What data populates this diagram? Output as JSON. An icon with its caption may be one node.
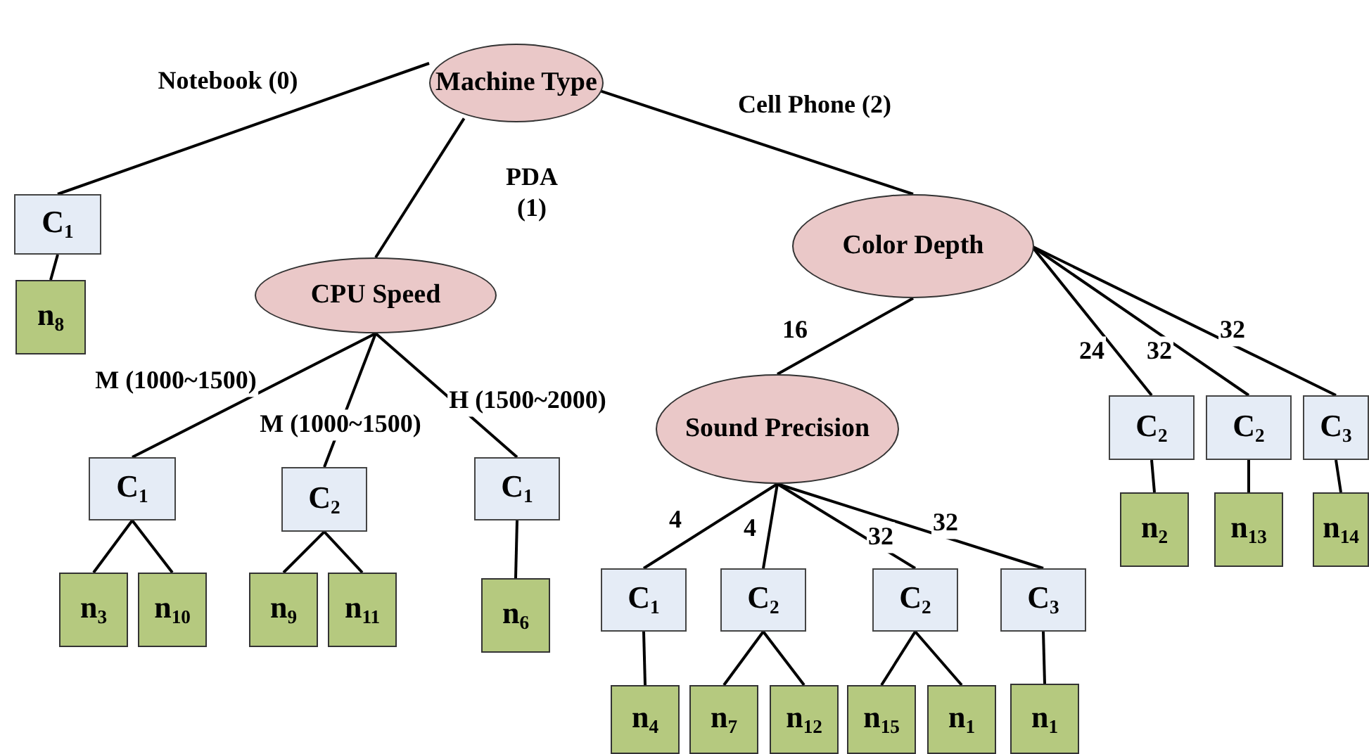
{
  "diagram": {
    "nodes": [
      {
        "text": [
          "Machine Type"
        ]
      },
      {
        "text": [
          "C$_{1}$"
        ]
      },
      {
        "text": [
          "CPU Speed"
        ]
      },
      {
        "text": [
          "Color Depth"
        ]
      },
      {
        "text": [
          "n$_{8}$"
        ]
      },
      {
        "text": [
          "Sound Precision"
        ]
      },
      {
        "text": [
          "C$_{1}$"
        ]
      },
      {
        "text": [
          "C$_{2}$"
        ]
      },
      {
        "text": [
          "C$_{1}$"
        ]
      },
      {
        "text": [
          "C$_{2}$"
        ]
      },
      {
        "text": [
          "C$_{2}$"
        ]
      },
      {
        "text": [
          "C$_{3}$"
        ]
      },
      {
        "text": [
          "n$_{2}$"
        ]
      },
      {
        "text": [
          "n$_{13}$"
        ]
      },
      {
        "text": [
          "n$_{14}$"
        ]
      },
      {
        "text": [
          "C$_{1}$"
        ]
      },
      {
        "text": [
          "C$_{2}$"
        ]
      },
      {
        "text": [
          "C$_{2}$"
        ]
      },
      {
        "text": [
          "C$_{3}$"
        ]
      },
      {
        "text": [
          "n$_{3}$"
        ]
      },
      {
        "text": [
          "n$_{10}$"
        ]
      },
      {
        "text": [
          "n$_{9}$"
        ]
      },
      {
        "text": [
          "n$_{11}$"
        ]
      },
      {
        "text": [
          "n$_{6}$"
        ]
      },
      {
        "text": [
          "n$_{4}$"
        ]
      },
      {
        "text": [
          "n$_{7}$"
        ]
      },
      {
        "text": [
          "n$_{12}$"
        ]
      },
      {
        "text": [
          "n$_{15}$"
        ]
      },
      {
        "text": [
          "n$_{1}$"
        ]
      },
      {
        "text": [
          "n$_{1}$"
        ]
      }
    ],
    "edges": [
      {
        "from": 0,
        "to": 1,
        "arrow": "none",
        "label": "Notebook (0)"
      },
      {
        "from": 0,
        "to": 2,
        "arrow": "none",
        "label": "PDA (1)"
      },
      {
        "from": 0,
        "to": 3,
        "arrow": "none",
        "label": "Cell Phone (2)"
      },
      {
        "from": 1,
        "to": 4,
        "arrow": "none"
      },
      {
        "from": 2,
        "to": 6,
        "arrow": "none",
        "label": "M (1000~1500)"
      },
      {
        "from": 2,
        "to": 7,
        "arrow": "none",
        "label": "M (1000~1500)"
      },
      {
        "from": 2,
        "to": 8,
        "arrow": "none",
        "label": "H (1500~2000)"
      },
      {
        "from": 3,
        "to": 5,
        "arrow": "none",
        "label": "16"
      },
      {
        "from": 3,
        "to": 9,
        "arrow": "none",
        "label": "24"
      },
      {
        "from": 3,
        "to": 10,
        "arrow": "none",
        "label": "32"
      },
      {
        "from": 3,
        "to": 11,
        "arrow": "none",
        "label": "32"
      },
      {
        "from": 9,
        "to": 12,
        "arrow": "none"
      },
      {
        "from": 10,
        "to": 13,
        "arrow": "none"
      },
      {
        "from": 11,
        "to": 14,
        "arrow": "none"
      },
      {
        "from": 5,
        "to": 15,
        "arrow": "none",
        "label": "4"
      },
      {
        "from": 5,
        "to": 16,
        "arrow": "none",
        "label": "4"
      },
      {
        "from": 5,
        "to": 17,
        "arrow": "none",
        "label": "32"
      },
      {
        "from": 5,
        "to": 18,
        "arrow": "none",
        "label": "32"
      },
      {
        "from": 6,
        "to": 19,
        "arrow": "none"
      },
      {
        "from": 6,
        "to": 20,
        "arrow": "none"
      },
      {
        "from": 7,
        "to": 21,
        "arrow": "none"
      },
      {
        "from": 7,
        "to": 22,
        "arrow": "none"
      },
      {
        "from": 8,
        "to": 23,
        "arrow": "none"
      },
      {
        "from": 15,
        "to": 24,
        "arrow": "none"
      },
      {
        "from": 16,
        "to": 25,
        "arrow": "none"
      },
      {
        "from": 16,
        "to": 26,
        "arrow": "none"
      },
      {
        "from": 17,
        "to": 27,
        "arrow": "none"
      },
      {
        "from": 17,
        "to": 28,
        "arrow": "none"
      },
      {
        "from": 18,
        "to": 29,
        "arrow": "none"
      }
    ]
  }
}
